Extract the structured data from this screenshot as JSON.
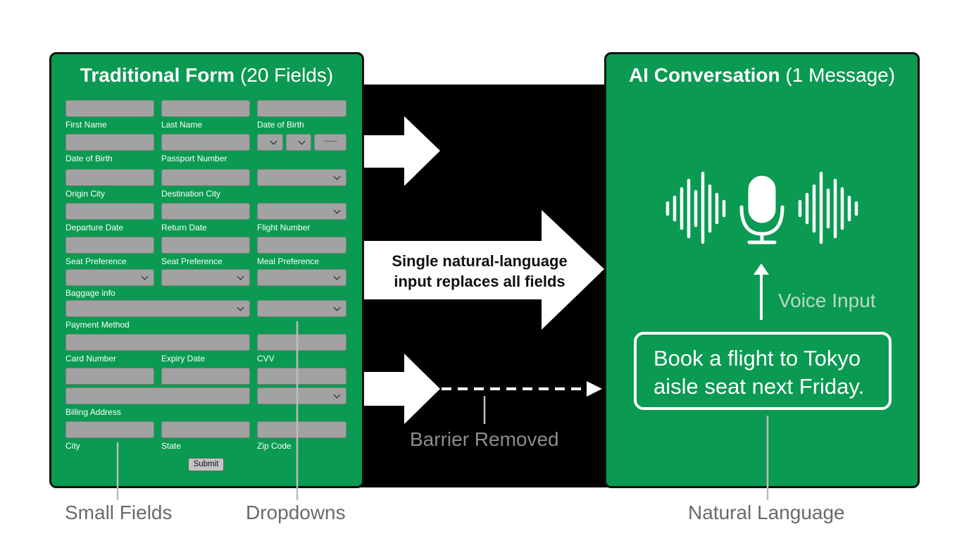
{
  "left_panel": {
    "title_bold": "Traditional Form",
    "title_rest": "(20 Fields)",
    "labels": [
      "First Name",
      "Last Name",
      "Date of Birth",
      "Date of Birth",
      "Passport Number",
      "Origin City",
      "Destination City",
      "Departure Date",
      "Return Date",
      "Flight Number",
      "Seat Preference",
      "Seat Preference",
      "Meal Preference",
      "Baggage info",
      "Payment Method",
      "Card Number",
      "Expiry Date",
      "CVV",
      "Billing Address",
      "City",
      "State",
      "Zip Code"
    ],
    "dotted_placeholder": "..........",
    "submit_label": "Submit"
  },
  "right_panel": {
    "title_bold": "AI Conversation",
    "title_rest": "(1 Message)",
    "voice_label": "Voice Input",
    "message_line1": "Book a flight to Tokyo",
    "message_line2": "aisle seat next Friday."
  },
  "middle": {
    "line1": "Single natural-language",
    "line2": "input replaces all fields",
    "barrier_label": "Barrier Removed"
  },
  "captions": {
    "small_fields": "Small Fields",
    "dropdowns": "Dropdowns",
    "natural_language": "Natural Language"
  },
  "colors": {
    "panel_green": "#0a9a52",
    "background_band": "#000000",
    "caption_gray": "#6a6a6a"
  }
}
